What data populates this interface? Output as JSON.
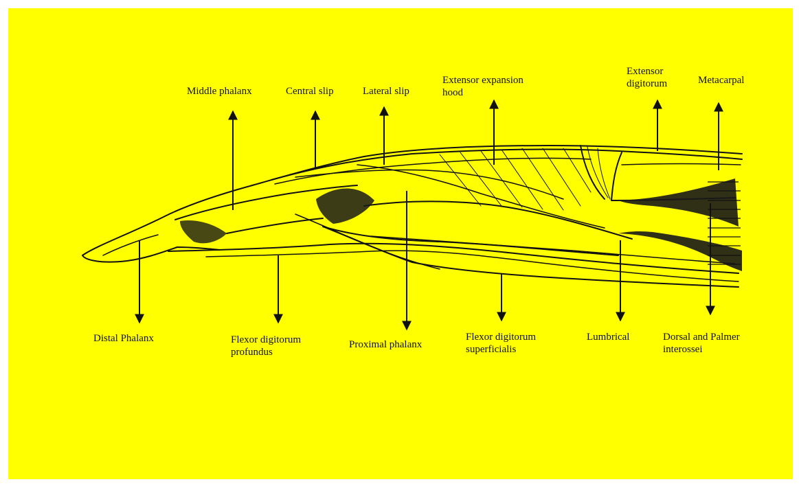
{
  "colors": {
    "background": "#ffff00",
    "ink": "#111111",
    "shadow": "#1a1a1a"
  },
  "labels": {
    "middle_phalanx": "Middle phalanx",
    "central_slip": "Central slip",
    "lateral_slip": "Lateral slip",
    "extensor_expansion_hood": [
      "Extensor expansion",
      "hood"
    ],
    "extensor_digitorum": [
      "Extensor",
      "digitorum"
    ],
    "metacarpal": "Metacarpal",
    "distal_phalanx": "Distal Phalanx",
    "flexor_digitorum_profundus": [
      "Flexor digitorum",
      "profundus"
    ],
    "proximal_phalanx": "Proximal phalanx",
    "flexor_digitorum_superficialis": [
      "Flexor digitorum",
      "superficialis"
    ],
    "lumbrical": "Lumbrical",
    "dorsal_palmer_interossei": [
      "Dorsal and Palmer",
      "interossei"
    ]
  }
}
